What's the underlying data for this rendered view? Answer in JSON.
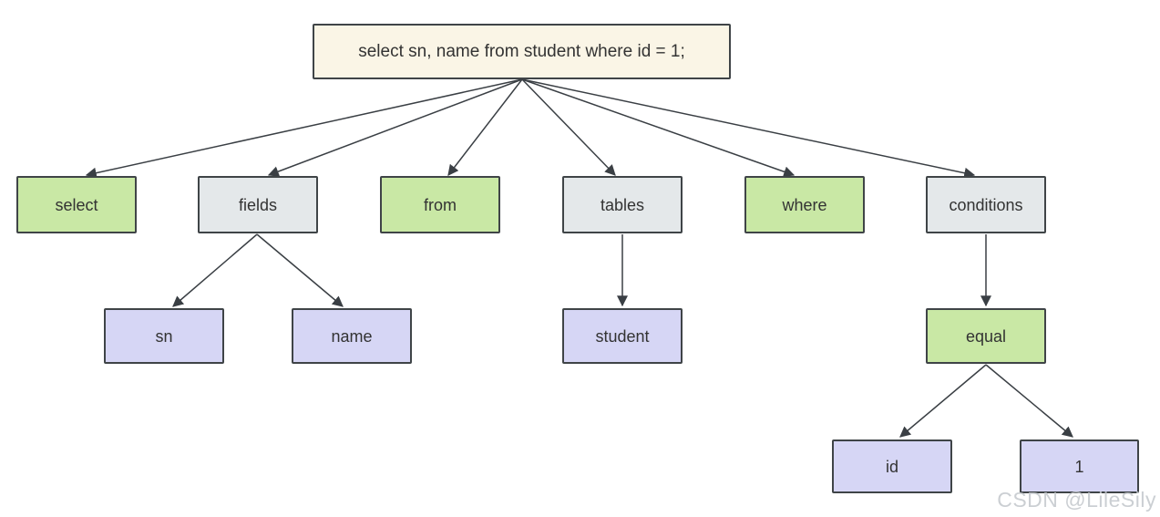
{
  "diagram": {
    "type": "parse-tree",
    "nodes": [
      {
        "id": "root",
        "label": "select sn, name from student where id = 1;",
        "fill": "cream",
        "children": [
          "select",
          "fields",
          "from",
          "tables",
          "where",
          "conditions"
        ]
      },
      {
        "id": "select",
        "label": "select",
        "fill": "green",
        "children": []
      },
      {
        "id": "fields",
        "label": "fields",
        "fill": "gray",
        "children": [
          "sn",
          "name"
        ]
      },
      {
        "id": "from",
        "label": "from",
        "fill": "green",
        "children": []
      },
      {
        "id": "tables",
        "label": "tables",
        "fill": "gray",
        "children": [
          "student"
        ]
      },
      {
        "id": "where",
        "label": "where",
        "fill": "green",
        "children": []
      },
      {
        "id": "conditions",
        "label": "conditions",
        "fill": "gray",
        "children": [
          "equal"
        ]
      },
      {
        "id": "sn",
        "label": "sn",
        "fill": "lavender",
        "children": []
      },
      {
        "id": "name",
        "label": "name",
        "fill": "lavender",
        "children": []
      },
      {
        "id": "student",
        "label": "student",
        "fill": "lavender",
        "children": []
      },
      {
        "id": "equal",
        "label": "equal",
        "fill": "green",
        "children": [
          "id",
          "1"
        ]
      },
      {
        "id": "id",
        "label": "id",
        "fill": "lavender",
        "children": []
      },
      {
        "id": "1",
        "label": "1",
        "fill": "lavender",
        "children": []
      }
    ]
  },
  "watermark": {
    "text": "CSDN @LileSily"
  },
  "colors": {
    "green": "#c9e8a5",
    "gray": "#e4e8ea",
    "lavender": "#d6d6f5",
    "cream": "#faf5e6",
    "border": "#3f4447",
    "arrow": "#3a3f44",
    "text": "#333333",
    "watermark": "#c3c7cc"
  }
}
